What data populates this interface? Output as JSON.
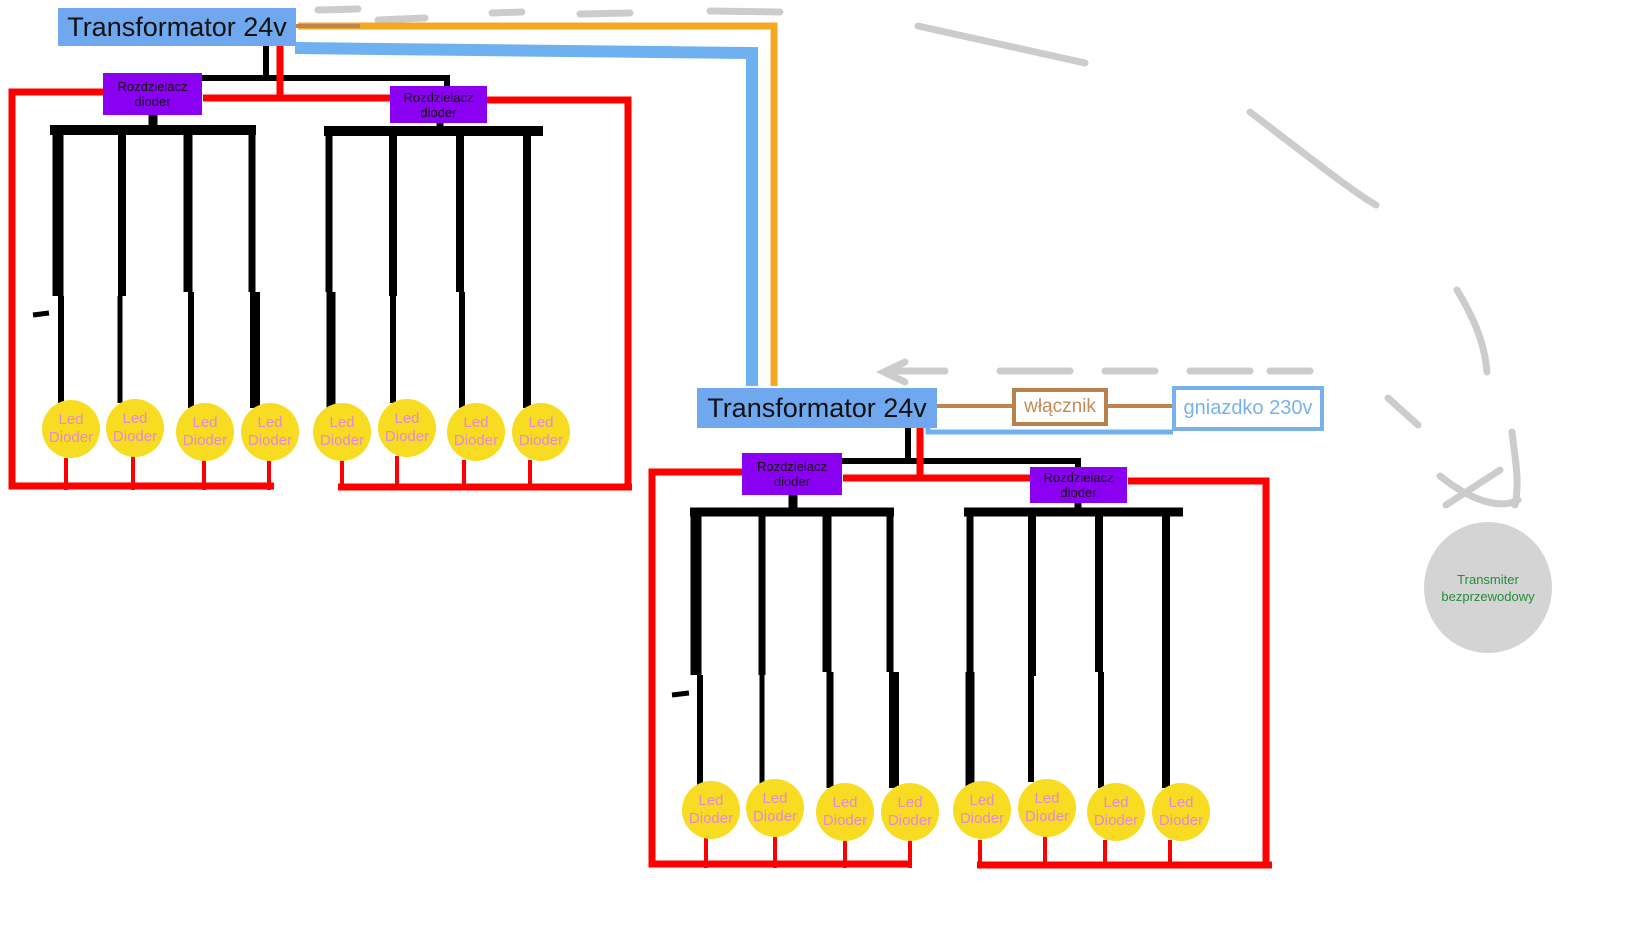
{
  "colors": {
    "transformer": "#6fa8ee",
    "splitter": "#8a00f0",
    "led": "#f7dc22",
    "led_text": "#e08ad8",
    "wire_positive": "#ff0000",
    "wire_negative": "#000000",
    "wire_orange": "#f5a623",
    "wire_blue": "#6fb0f0",
    "wire_brown": "#c0834a",
    "wireless_dashed": "#cccccc",
    "transmitter": "#d4d4d4",
    "transmitter_text": "#238d3b"
  },
  "diagram": {
    "transformer_top": {
      "label": "Transformator 24v"
    },
    "transformer_bottom": {
      "label": "Transformator 24v"
    },
    "splitters_top": [
      {
        "label": "Rozdzielacz dioder"
      },
      {
        "label": "Rozdzielacz dioder"
      }
    ],
    "splitters_bottom": [
      {
        "label": "Rozdzielacz dioder"
      },
      {
        "label": "Rozdzielacz dioder"
      }
    ],
    "leds_top": [
      {
        "label": "Led Dioder"
      },
      {
        "label": "Led Dioder"
      },
      {
        "label": "Led Dioder"
      },
      {
        "label": "Led Dioder"
      },
      {
        "label": "Led Dioder"
      },
      {
        "label": "Led Dioder"
      },
      {
        "label": "Led Dioder"
      },
      {
        "label": "Led Dioder"
      }
    ],
    "leds_bottom": [
      {
        "label": "Led Dioder"
      },
      {
        "label": "Led Dioder"
      },
      {
        "label": "Led Dioder"
      },
      {
        "label": "Led Dioder"
      },
      {
        "label": "Led Dioder"
      },
      {
        "label": "Led Dioder"
      },
      {
        "label": "Led Dioder"
      },
      {
        "label": "Led Dioder"
      }
    ],
    "switch": {
      "label": "włącznik"
    },
    "socket": {
      "label": "gniazdko 230v"
    },
    "transmitter": {
      "label": "Transmiter bezprzewodowy"
    }
  }
}
